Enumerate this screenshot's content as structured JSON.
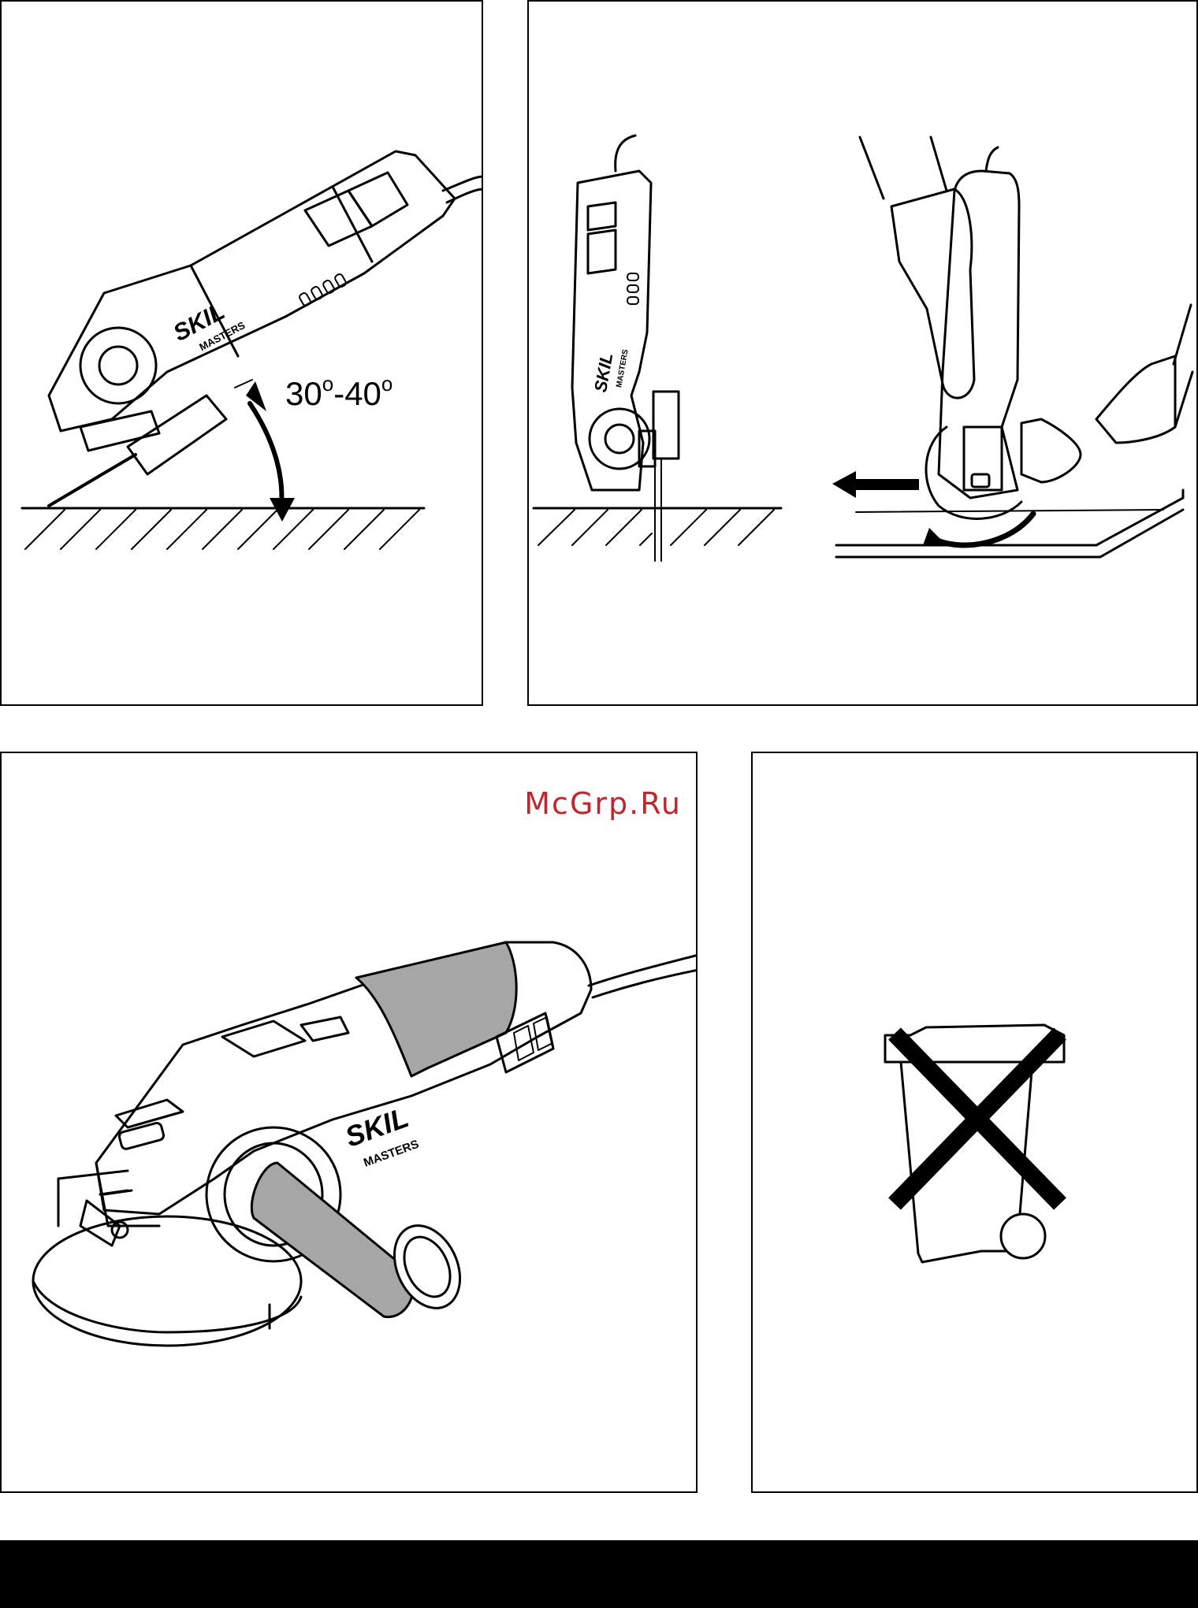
{
  "panel_angle": {
    "angle_from": "30",
    "angle_to": "40",
    "degree_mark": "o",
    "dash": "-",
    "brand": "SKIL",
    "sub_brand": "MASTERS"
  },
  "panel_cutting": {
    "brand": "SKIL",
    "sub_brand": "MASTERS"
  },
  "panel_product": {
    "watermark": "McGrp.Ru",
    "brand": "SKIL",
    "sub_brand": "MASTERS",
    "handle_color": "#a6a6a6"
  },
  "panel_disposal": {
    "icon": "crossed-out-wheelie-bin-icon"
  },
  "colors": {
    "line": "#000000",
    "background": "#ffffff",
    "watermark": "#c0272d",
    "footer": "#000000"
  }
}
